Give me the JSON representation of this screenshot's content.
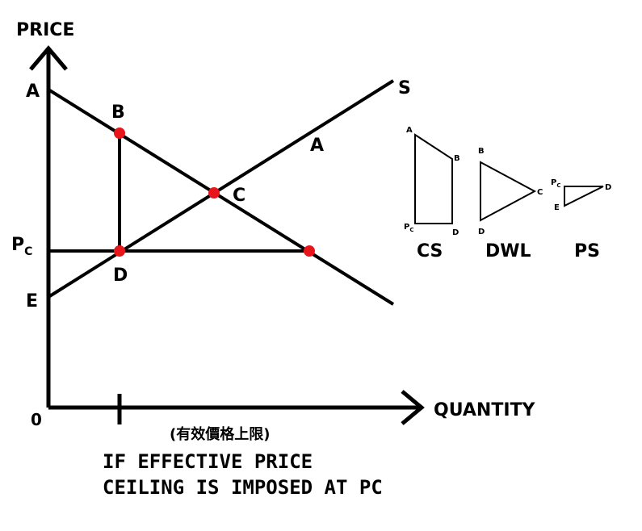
{
  "axes": {
    "y_label": "PRICE",
    "x_label": "QUANTITY",
    "origin_label": "0"
  },
  "points": {
    "A": "A",
    "B": "B",
    "C": "C",
    "D": "D",
    "E": "E",
    "S": "S",
    "A_supply": "A",
    "pc_main": "P",
    "pc_sub": "C"
  },
  "shapes": {
    "cs_label": "CS",
    "dwl_label": "DWL",
    "ps_label": "PS",
    "cs_vertices": {
      "a": "A",
      "b": "B",
      "pc": "P",
      "pc_sub": "C",
      "d": "D"
    },
    "dwl_vertices": {
      "b": "B",
      "c": "C",
      "d": "D"
    },
    "ps_vertices": {
      "pc": "P",
      "pc_sub": "C",
      "d": "D",
      "e": "E"
    }
  },
  "captions": {
    "chinese": "(有效價格上限)",
    "line1": "IF EFFECTIVE PRICE",
    "line2": "CEILING IS IMPOSED AT PC"
  },
  "colors": {
    "line": "#000000",
    "dot": "#e8151b"
  }
}
